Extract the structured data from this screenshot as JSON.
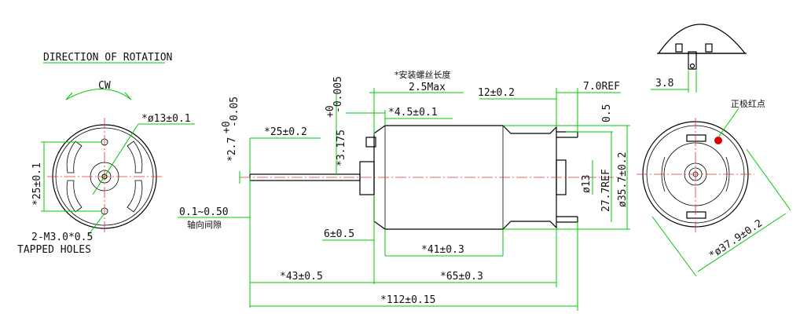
{
  "left_view": {
    "direction_title": "DIRECTION OF ROTATION",
    "rotation_label": "CW",
    "bolt_circle": "*ø13±0.1",
    "height": "*25±0.1",
    "holes_line1": "2-M3.0*0.5",
    "holes_line2": "TAPPED HOLES"
  },
  "side_view": {
    "screw_note": "*安装螺丝长度",
    "screw_max": "2.5Max",
    "boss_length": "*4.5±0.1",
    "shaft_dia": "*3.175",
    "shaft_tol_upper": "+0",
    "shaft_tol_lower": "-0.005",
    "shaft_len": "*25±0.2",
    "shaft_stub_dia": "*2.7",
    "stub_tol_upper": "+0",
    "stub_tol_lower": "-0.05",
    "axial_play": "0.1~0.50",
    "axial_play_cn": "轴向间隙",
    "flange": "6±0.5",
    "body_length": "*41±0.3",
    "front_len": "*43±0.5",
    "main_len": "*65±0.3",
    "total_len": "*112±0.15",
    "terminal_len": "12±0.2",
    "ref_len": "7.0REF",
    "terminal_offset": "0.5",
    "rear_boss_dia": "ø13",
    "ref_height": "27.7REF",
    "body_dia": "ø35.7±0.2"
  },
  "right_view": {
    "tab_width": "3.8",
    "positive_mark": "正极红点",
    "outer_dia": "*ø37.9±0.2"
  },
  "colors": {
    "outline": "#000000",
    "dimension": "#00c800",
    "centerline": "#e03030",
    "marker": "#e00000"
  }
}
